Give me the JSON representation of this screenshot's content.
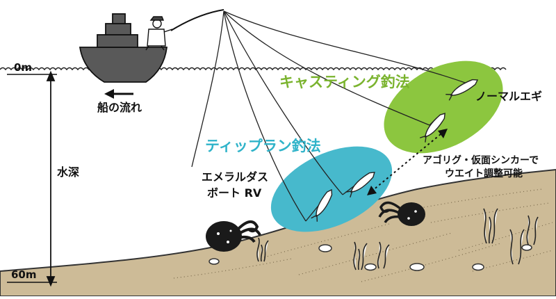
{
  "depth": {
    "surface": "0m",
    "bottom": "60m",
    "axis_label": "水深"
  },
  "boat": {
    "drift_label": "船の流れ"
  },
  "methods": {
    "casting": {
      "label": "キャスティング釣法",
      "color": "#8cc63f"
    },
    "tipping": {
      "label": "ティップラン釣法",
      "color": "#47b9cc"
    }
  },
  "labels": {
    "normal_egi": "ノーマルエギ",
    "emerald_line1": "エメラルダス",
    "emerald_line2": "ボート RV",
    "sinker_line1": "アゴリグ・仮面シンカーで",
    "sinker_line2": "ウエイト調整可能"
  },
  "colors": {
    "seabed": "#cdbb97",
    "water_line": "#222222",
    "text_green": "#7ab32e",
    "text_blue": "#2fb3c9"
  }
}
